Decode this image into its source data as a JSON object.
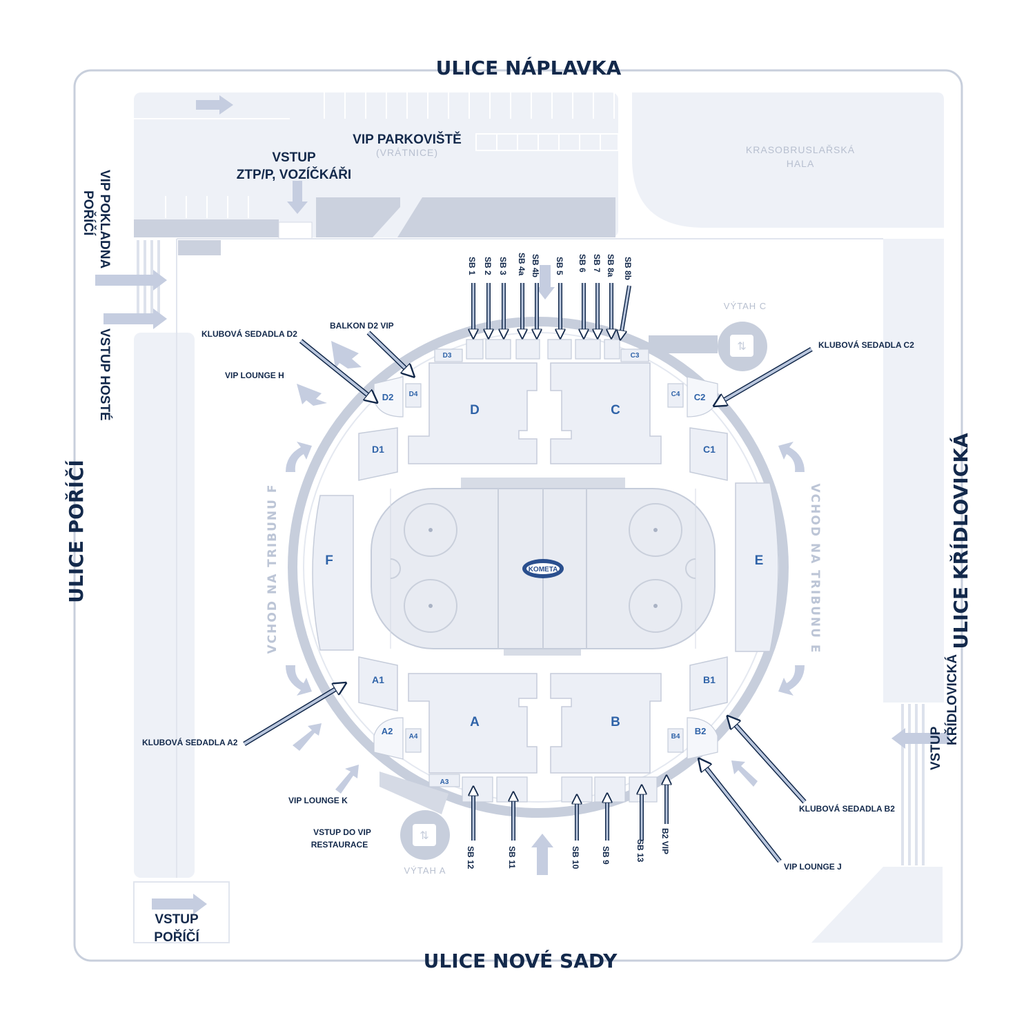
{
  "streets": {
    "top": "ULICE NÁPLAVKA",
    "bottom": "ULICE NOVÉ SADY",
    "left": "ULICE POŘÍČÍ",
    "right": "ULICE KŘÍDLOVICKÁ"
  },
  "buildings": {
    "hall_line1": "KRASOBRUSLAŘSKÁ",
    "hall_line2": "HALA",
    "vip_parking": "VIP PARKOVIŠTĚ",
    "vip_parking_sub": "(VRÁTNICE)"
  },
  "entrances": {
    "ztp_line1": "VSTUP",
    "ztp_line2": "ZTP/P, VOZÍČKÁŘI",
    "vip_pokladna_line1": "VIP POKLADNA",
    "vip_pokladna_line2": "POŘÍČÍ",
    "vstup_hoste": "VSTUP HOSTÉ",
    "vstup_porici_line1": "VSTUP",
    "vstup_porici_line2": "POŘÍČÍ",
    "vstup_kridlovicka_line1": "VSTUP",
    "vstup_kridlovicka_line2": "KŘÍDLOVICKÁ",
    "vip_restaurace_line1": "VSTUP DO VIP",
    "vip_restaurace_line2": "RESTAURACE"
  },
  "elevators": {
    "a": "VÝTAH A",
    "c": "VÝTAH C"
  },
  "callouts": {
    "klub_d2": "KLUBOVÁ SEDADLA D2",
    "balkon_d2": "BALKON D2 VIP",
    "lounge_h": "VIP LOUNGE H",
    "klub_c2": "KLUBOVÁ SEDADLA C2",
    "klub_a2": "KLUBOVÁ SEDADLA A2",
    "lounge_k": "VIP LOUNGE K",
    "klub_b2": "KLUBOVÁ SEDADLA B2",
    "lounge_j": "VIP LOUNGE J"
  },
  "tribunes": {
    "f": "VCHOD NA TRIBUNU F",
    "e": "VCHOD NA TRIBUNU E"
  },
  "sections": {
    "A": "A",
    "B": "B",
    "C": "C",
    "D": "D",
    "E": "E",
    "F": "F",
    "A1": "A1",
    "A2": "A2",
    "A3": "A3",
    "A4": "A4",
    "B1": "B1",
    "B2": "B2",
    "B4": "B4",
    "C1": "C1",
    "C2": "C2",
    "C3": "C3",
    "C4": "C4",
    "D1": "D1",
    "D2": "D2",
    "D3": "D3",
    "D4": "D4"
  },
  "skyboxes_top": [
    "SB 1",
    "SB 2",
    "SB 3",
    "SB 4a",
    "SB 4b",
    "SB 5",
    "SB 6",
    "SB 7",
    "SB 8a",
    "SB 8b"
  ],
  "skyboxes_bottom": [
    "SB 12",
    "SB 11",
    "SB 10",
    "SB 9",
    "SB 13",
    "B2 VIP"
  ],
  "colors": {
    "navy": "#13294b",
    "section_blue": "#2f63a8",
    "light_fill": "#eceff6",
    "mid_gray": "#c5ccda",
    "arrow_fill": "#b9c6dd"
  }
}
